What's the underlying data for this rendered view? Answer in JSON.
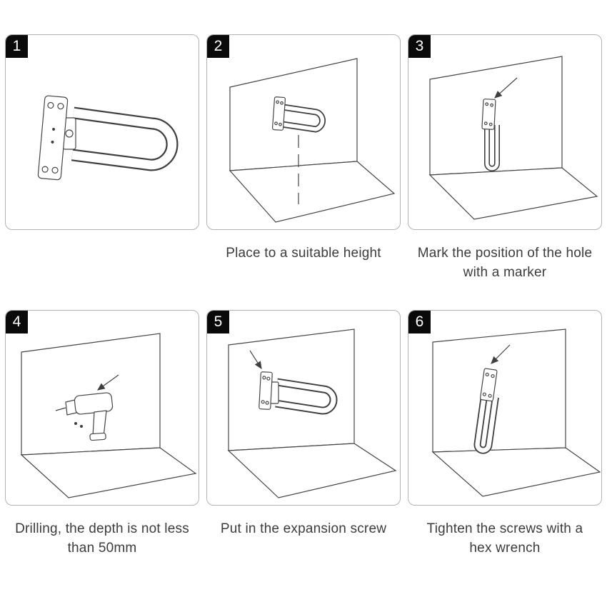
{
  "steps": [
    {
      "number": "1",
      "caption": ""
    },
    {
      "number": "2",
      "caption": "Place to a suitable height"
    },
    {
      "number": "3",
      "caption": "Mark the position of the hole with a marker"
    },
    {
      "number": "4",
      "caption": "Drilling, the depth is not less than 50mm"
    },
    {
      "number": "5",
      "caption": "Put in the expansion screw"
    },
    {
      "number": "6",
      "caption": "Tighten the screws with a hex wrench"
    }
  ],
  "colors": {
    "line": "#3f3f3f",
    "panel_border": "#b3b3b3",
    "badge_bg": "#0a0a0a",
    "badge_text": "#ffffff",
    "caption_text": "#3c3c3c"
  }
}
